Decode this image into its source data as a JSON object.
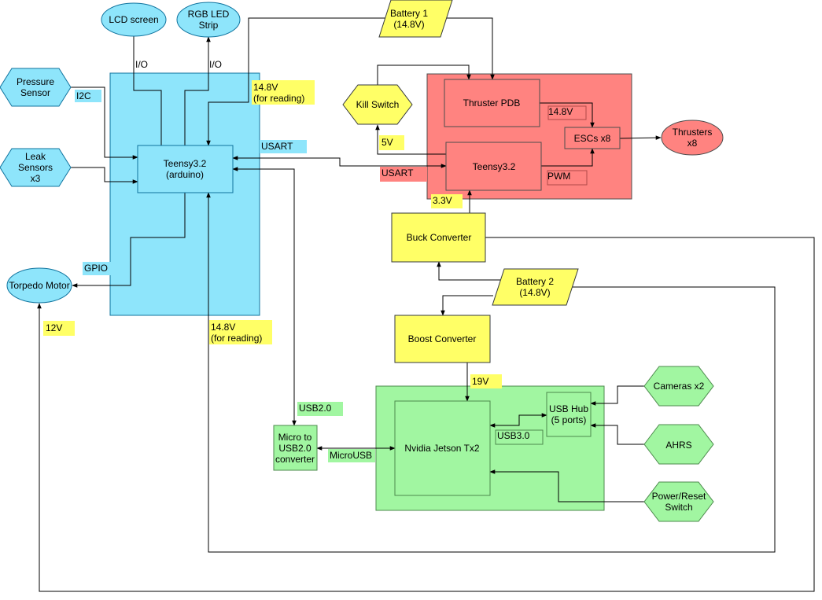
{
  "colors": {
    "blue_fill": "#8ee5fb",
    "blue_stroke": "#10739e",
    "red_fill": "#ff8380",
    "red_stroke": "#4d4d4d",
    "green_fill": "#a1f6a1",
    "green_stroke": "#4d8a4d",
    "yellow_fill": "#ffff66",
    "yellow_stroke": "#36393d",
    "line": "#000000"
  },
  "nodes": {
    "lcd_screen": "LCD screen",
    "rgb_led_strip": [
      "RGB LED",
      "Strip"
    ],
    "pressure_sensor": [
      "Pressure",
      "Sensor"
    ],
    "leak_sensors": [
      "Leak",
      "Sensors",
      "x3"
    ],
    "torpedo_motor": "Torpedo Motor",
    "teensy_arduino": [
      "Teensy3.2",
      "(arduino)"
    ],
    "battery_1": [
      "Battery 1",
      "(14.8V)"
    ],
    "kill_switch": "Kill Switch",
    "thruster_pdb": "Thruster PDB",
    "escs": "ESCs x8",
    "teensy_thruster": "Teensy3.2",
    "thrusters": [
      "Thrusters",
      "x8"
    ],
    "buck_converter": "Buck Converter",
    "battery_2": [
      "Battery 2",
      "(14.8V)"
    ],
    "boost_converter": "Boost Converter",
    "micro_usb_converter": [
      "Micro to",
      "USB2.0",
      "converter"
    ],
    "jetson": "Nvidia Jetson Tx2",
    "usb_hub": [
      "USB Hub",
      "(5 ports)"
    ],
    "cameras": "Cameras x2",
    "ahrs": "AHRS",
    "power_reset": [
      "Power/Reset",
      "Switch"
    ]
  },
  "labels": {
    "io_lcd": "I/O",
    "io_rgb": "I/O",
    "i2c": "I2C",
    "usart_blue": "USART",
    "gpio": "GPIO",
    "v14_8_reading_top": [
      "14.8V",
      "(for reading)"
    ],
    "v14_8_reading_bottom": [
      "14.8V",
      "(for reading)"
    ],
    "v12": "12V",
    "v5": "5V",
    "v14_8_pdb": "14.8V",
    "usart_red": "USART",
    "pwm": "PWM",
    "v3_3": "3.3V",
    "v19": "19V",
    "usb2": "USB2.0",
    "microusb": "MicroUSB",
    "usb3": "USB3.0"
  }
}
